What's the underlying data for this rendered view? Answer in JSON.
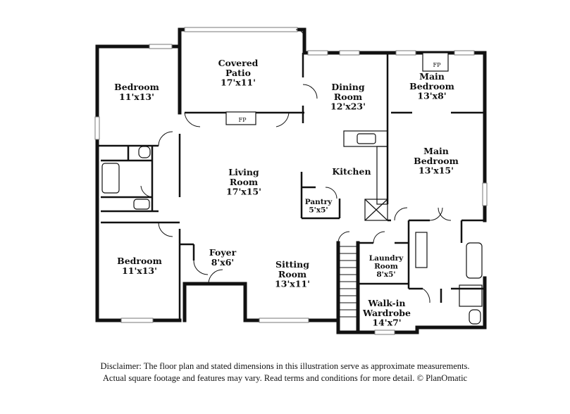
{
  "rooms": [
    {
      "id": "bedroom1",
      "name": "Bedroom",
      "dim": "11'x13'"
    },
    {
      "id": "patio",
      "name": "Covered\nPatio",
      "dim": "17'x11'"
    },
    {
      "id": "dining",
      "name": "Dining\nRoom",
      "dim": "12'x23'"
    },
    {
      "id": "mainbed1",
      "name": "Main\nBedroom",
      "dim": "13'x8'"
    },
    {
      "id": "mainbed2",
      "name": "Main\nBedroom",
      "dim": "13'x15'"
    },
    {
      "id": "living",
      "name": "Living\nRoom",
      "dim": "17'x15'"
    },
    {
      "id": "kitchen",
      "name": "Kitchen",
      "dim": ""
    },
    {
      "id": "pantry",
      "name": "Pantry",
      "dim": "5'x5'"
    },
    {
      "id": "bedroom2",
      "name": "Bedroom",
      "dim": "11'x13'"
    },
    {
      "id": "foyer",
      "name": "Foyer",
      "dim": "8'x6'"
    },
    {
      "id": "sitting",
      "name": "Sitting\nRoom",
      "dim": "13'x11'"
    },
    {
      "id": "laundry",
      "name": "Laundry\nRoom",
      "dim": "8'x5'"
    },
    {
      "id": "wardrobe",
      "name": "Walk-in\nWardrobe",
      "dim": "14'x7'"
    }
  ],
  "fireplaces": [
    "FP",
    "FP"
  ],
  "disclaimer": {
    "line1": "Disclaimer: The floor plan and stated dimensions in this illustration serve as approximate measurements.",
    "line2": "Actual square footage and features may vary. Read terms and conditions for more detail. © PlanOmatic"
  }
}
